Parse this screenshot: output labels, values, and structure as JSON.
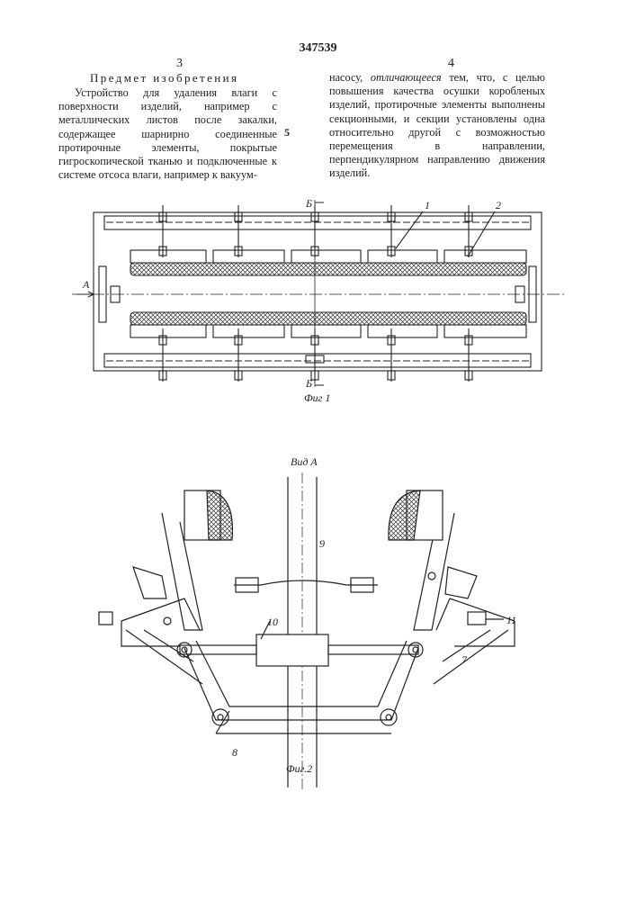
{
  "patent_number": "347539",
  "columns": {
    "left_number": "3",
    "right_number": "4"
  },
  "heading": "Предмет изобретения",
  "left_text": "Устройство для удаления влаги с поверхности изделий, например с металлических листов после закалки, содержащее шарнирно соединенные протирочные элементы, покрытые гигроскопической тканью и подключенные к системе отсоса влаги, например к вакуум-",
  "right_text_start": "насосу,",
  "right_text_emph": "отличающееся",
  "right_text_rest": "тем, что, с целью повышения качества осушки коробленых изделий, протирочные элементы выполнены секционными, и секции установлены одна относительно другой с возможностью перемещения в направлении, перпендикулярном направлению движения изделий.",
  "line_number": "5",
  "figure1": {
    "caption": "Фиг 1",
    "labels": {
      "a": "А",
      "section_top": "Б",
      "section_bottom": "Б",
      "part1": "1",
      "part2": "2"
    }
  },
  "figure2": {
    "caption": "Фиг.2",
    "view": "Вид А",
    "labels": {
      "p7": "7",
      "p8": "8",
      "p9": "9",
      "p10": "10",
      "p11": "11"
    }
  }
}
